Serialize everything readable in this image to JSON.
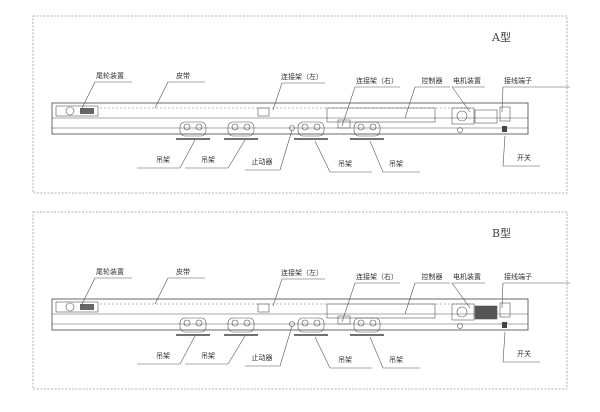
{
  "panels": [
    {
      "type_label": "A型",
      "labels": {
        "tail_wheel": "尾轮装置",
        "belt": "皮带",
        "connector_left": "连接架（左）",
        "connector_right": "连接架（右）",
        "controller": "控制器",
        "motor": "电机装置",
        "terminal": "接线端子",
        "hanger_1": "吊架",
        "hanger_2": "吊架",
        "stopper": "止动器",
        "hanger_3": "吊架",
        "hanger_4": "吊架",
        "switch": "开关"
      }
    },
    {
      "type_label": "B型",
      "labels": {
        "tail_wheel": "尾轮装置",
        "belt": "皮带",
        "connector_left": "连接架（左）",
        "connector_right": "连接架（右）",
        "controller": "控制器",
        "motor": "电机装置",
        "terminal": "接线端子",
        "hanger_1": "吊架",
        "hanger_2": "吊架",
        "stopper": "止动器",
        "hanger_3": "吊架",
        "hanger_4": "吊架",
        "switch": "开关"
      }
    }
  ]
}
